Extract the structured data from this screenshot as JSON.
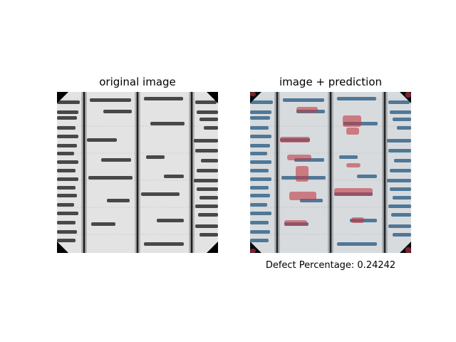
{
  "panels": {
    "left": {
      "title": "original image"
    },
    "right": {
      "title": "image + prediction",
      "caption": "Defect Percentage: 0.24242"
    }
  },
  "colors": {
    "cell_background": "#e6e6e6",
    "busbar": "#1a1a1a",
    "finger_dark": "#3a3a3a",
    "overlay_blue": "#3d6f94",
    "overlay_red": "#c0454d"
  }
}
